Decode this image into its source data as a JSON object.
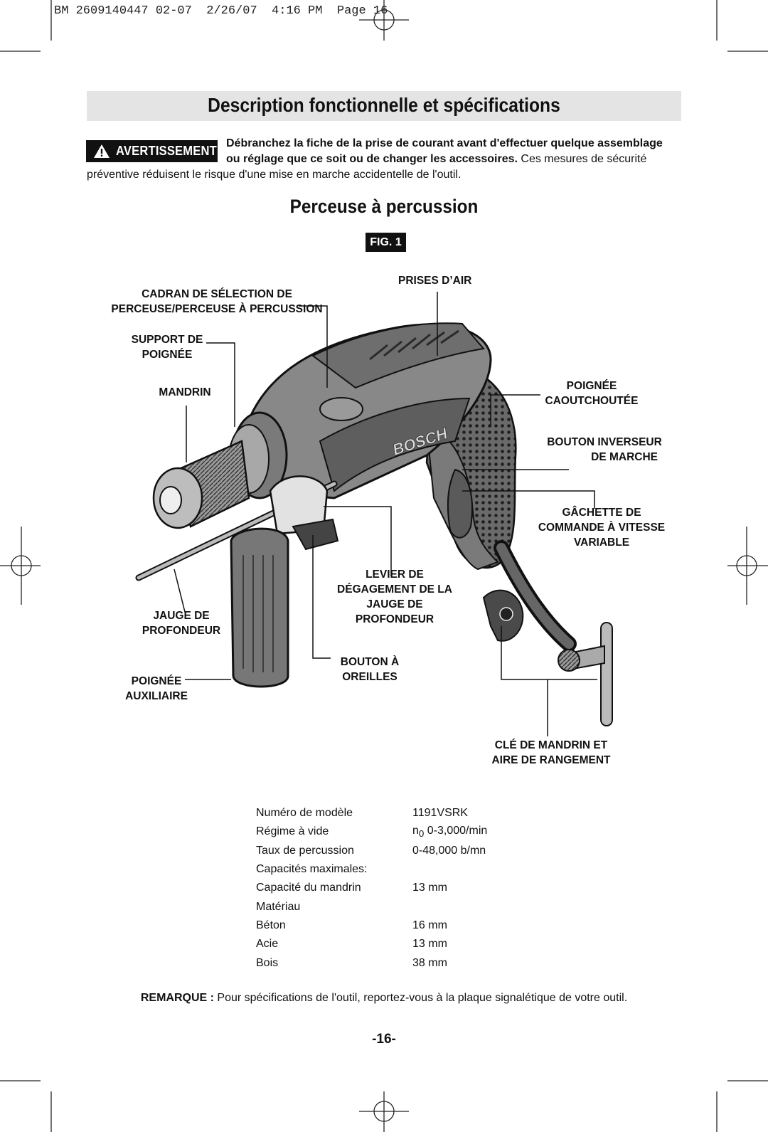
{
  "header": {
    "print_line": "BM 2609140447 02-07  2/26/07  4:16 PM  Page 16"
  },
  "title": "Description fonctionnelle et spécifications",
  "warning": {
    "badge": "AVERTISSEMENT",
    "line1": "Débranchez la fiche de la prise de courant avant d'effectuer quelque assemblage",
    "line2_bold": "ou réglage que ce soit ou de changer les accessoires.",
    "line2_rest": " Ces mesures de sécurité",
    "line3": "préventive réduisent le risque d'une mise en marche accidentelle de l'outil."
  },
  "subtitle": "Perceuse à percussion",
  "figure": {
    "badge": "FIG. 1",
    "brand_on_tool": "BOSCH",
    "callouts": {
      "prises_air": "PRISES D’AIR",
      "cadran_1": "CADRAN DE SÉLECTION DE",
      "cadran_2": "PERCEUSE/PERCEUSE À PERCUSSION",
      "support_1": "SUPPORT DE",
      "support_2": "POIGNÉE",
      "mandrin": "MANDRIN",
      "poignee_caout_1": "POIGNÉE",
      "poignee_caout_2": "CAOUTCHOUTÉE",
      "inverseur_1": "BOUTON INVERSEUR",
      "inverseur_2": "DE MARCHE",
      "gachette_1": "GÂCHETTE DE",
      "gachette_2": "COMMANDE À VITESSE",
      "gachette_3": "VARIABLE",
      "levier_1": "LEVIER DE",
      "levier_2": "DÉGAGEMENT DE LA",
      "levier_3": "JAUGE DE",
      "levier_4": "PROFONDEUR",
      "jauge_1": "JAUGE DE",
      "jauge_2": "PROFONDEUR",
      "oreilles_1": "BOUTON À",
      "oreilles_2": "OREILLES",
      "auxiliaire_1": "POIGNÉE",
      "auxiliaire_2": "AUXILIAIRE",
      "cle_1": "CLÉ DE MANDRIN ET",
      "cle_2": "AIRE DE RANGEMENT"
    }
  },
  "specs": [
    {
      "label": "Numéro de modèle",
      "value": "1191VSRK"
    },
    {
      "label": "Régime à vide",
      "value_prefix": "n",
      "value_sub": "0",
      "value": " 0-3,000/min"
    },
    {
      "label": "Taux de percussion",
      "value": "0-48,000 b/mn"
    },
    {
      "label": "Capacités maximales:",
      "value": ""
    },
    {
      "label": "Capacité du mandrin",
      "value": "13 mm"
    },
    {
      "label": "Matériau",
      "value": ""
    },
    {
      "label": "Béton",
      "value": "16 mm"
    },
    {
      "label": "Acie",
      "value": "13 mm"
    },
    {
      "label": "Bois",
      "value": "38 mm"
    }
  ],
  "remark": {
    "label": "REMARQUE :",
    "text": " Pour spécifications de l'outil, reportez-vous à la plaque signalétique de votre outil."
  },
  "page_number": "-16-"
}
